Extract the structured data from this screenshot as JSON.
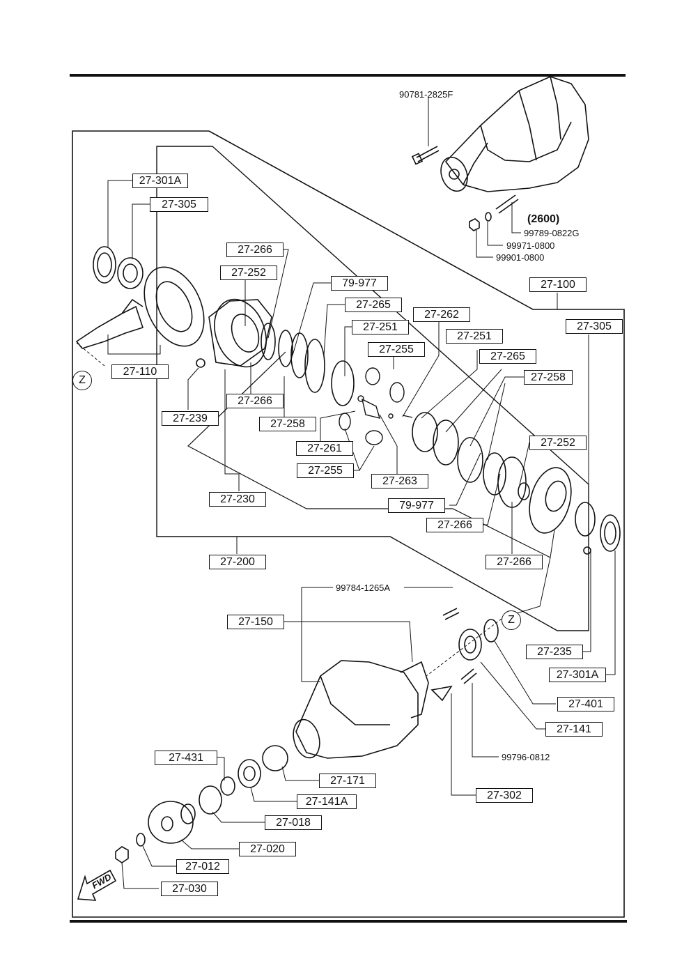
{
  "assembly_label": "(2600)",
  "zoom_marker": "Z",
  "fwd_marker": "FWD",
  "bolt_parts": {
    "p90781": "90781-2825F",
    "p99789": "99789-0822G",
    "p99971": "99971-0800",
    "p99901": "99901-0800",
    "p99784": "99784-1265A",
    "p99796": "99796-0812"
  },
  "parts": {
    "p27_301A_top": "27-301A",
    "p27_305_top": "27-305",
    "p27_110": "27-110",
    "p27_266_a": "27-266",
    "p27_252_a": "27-252",
    "p79_977_a": "79-977",
    "p27_265_a": "27-265",
    "p27_251_a": "27-251",
    "p27_255_a": "27-255",
    "p27_262": "27-262",
    "p27_251_b": "27-251",
    "p27_265_b": "27-265",
    "p27_258_a": "27-258",
    "p27_266_b": "27-266",
    "p27_258_b": "27-258",
    "p27_239": "27-239",
    "p27_261": "27-261",
    "p27_255_b": "27-255",
    "p27_263": "27-263",
    "p27_230": "27-230",
    "p79_977_b": "79-977",
    "p27_266_c": "27-266",
    "p27_252_b": "27-252",
    "p27_266_d": "27-266",
    "p27_200": "27-200",
    "p27_100": "27-100",
    "p27_305_right": "27-305",
    "p27_150": "27-150",
    "p27_235": "27-235",
    "p27_301A_right": "27-301A",
    "p27_401": "27-401",
    "p27_141": "27-141",
    "p27_431": "27-431",
    "p27_171": "27-171",
    "p27_141A": "27-141A",
    "p27_018": "27-018",
    "p27_020": "27-020",
    "p27_302": "27-302",
    "p27_012": "27-012",
    "p27_030": "27-030"
  }
}
